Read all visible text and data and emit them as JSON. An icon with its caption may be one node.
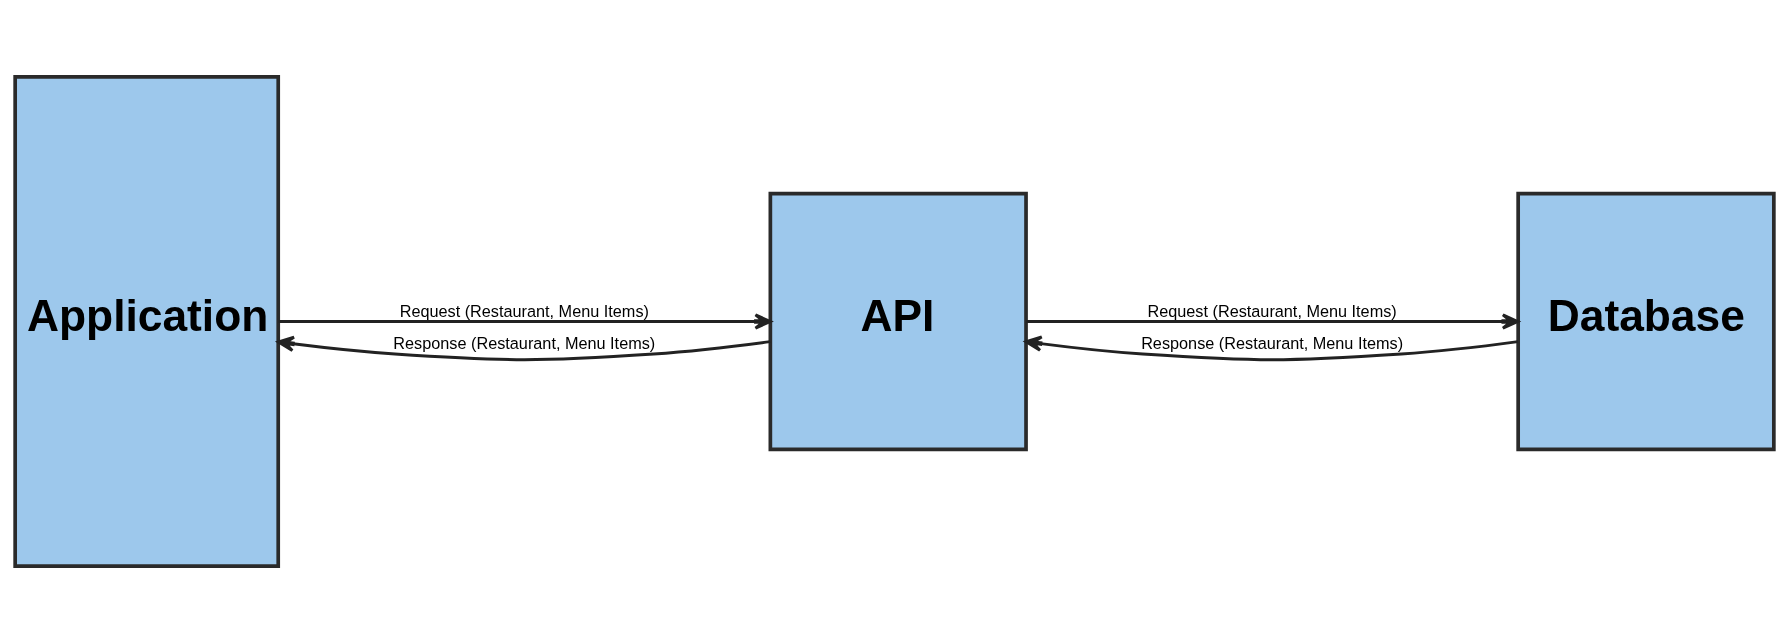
{
  "diagram": {
    "nodes": [
      {
        "text": [
          "Application"
        ]
      },
      {
        "text": [
          "API"
        ]
      },
      {
        "text": [
          "Database"
        ]
      }
    ],
    "edges": [
      {
        "from": 0,
        "to": 1,
        "arrow": "to",
        "label": "Request (Restaurant, Menu Items)"
      },
      {
        "from": 1,
        "to": 0,
        "arrow": "to",
        "label": "Response (Restaurant, Menu Items)"
      },
      {
        "from": 1,
        "to": 2,
        "arrow": "to",
        "label": "Request (Restaurant, Menu Items)"
      },
      {
        "from": 2,
        "to": 1,
        "arrow": "to",
        "label": "Response (Restaurant, Menu Items)"
      }
    ]
  }
}
